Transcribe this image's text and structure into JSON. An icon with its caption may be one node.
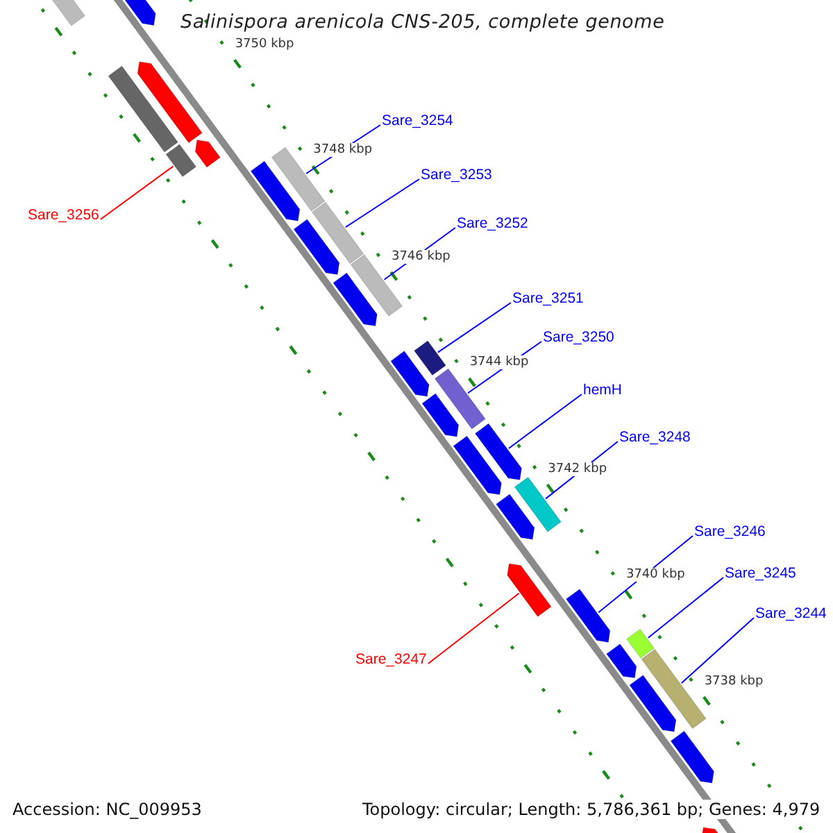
{
  "diagram": {
    "title": "Salinispora arenicola CNS-205, complete genome",
    "nodes": [
      {
        "text": [
          "Sare_3254"
        ]
      },
      {
        "text": [
          "Sare_3253"
        ]
      },
      {
        "text": [
          "Sare_3256"
        ]
      },
      {
        "text": [
          "Sare_3252"
        ]
      },
      {
        "text": [
          "Sare_3251"
        ]
      },
      {
        "text": [
          "Sare_3250"
        ]
      },
      {
        "text": [
          "hemH"
        ]
      },
      {
        "text": [
          "Sare_3248"
        ]
      },
      {
        "text": [
          "Sare_3246"
        ]
      },
      {
        "text": [
          "Sare_3245"
        ]
      },
      {
        "text": [
          "Sare_3244"
        ]
      },
      {
        "text": [
          "Sare_3247"
        ]
      },
      {
        "text": [],
        "shape": "bar"
      },
      {
        "text": [],
        "shape": "arrow"
      },
      {
        "text": [],
        "shape": "bar"
      },
      {
        "text": [],
        "shape": "arrow"
      },
      {
        "text": [],
        "shape": "bar"
      },
      {
        "text": [],
        "shape": "arrow"
      },
      {
        "text": [],
        "shape": "arrow"
      },
      {
        "text": [],
        "shape": "bar"
      },
      {
        "text": [],
        "shape": "bar"
      },
      {
        "text": [],
        "shape": "arrow"
      },
      {
        "text": [],
        "shape": "bar"
      },
      {
        "text": [],
        "shape": "arrow"
      },
      {
        "text": [],
        "shape": "arrow"
      },
      {
        "text": [],
        "shape": "bar"
      },
      {
        "text": [],
        "shape": "bar"
      },
      {
        "text": [],
        "shape": "arrow"
      },
      {
        "text": [],
        "shape": "arrow"
      },
      {
        "text": [],
        "shape": "arrow"
      },
      {
        "text": [],
        "shape": "bar"
      },
      {
        "text": [],
        "shape": "arrow"
      },
      {
        "text": [],
        "shape": "arrow"
      },
      {
        "text": [],
        "shape": "arrow"
      },
      {
        "text": [],
        "shape": "arrow"
      },
      {
        "text": [],
        "shape": "bar"
      },
      {
        "text": [],
        "shape": "bar"
      },
      {
        "text": [],
        "shape": "arrow"
      },
      {
        "text": [],
        "shape": "arrow"
      },
      {
        "text": [],
        "shape": "arrow"
      }
    ],
    "edges": [
      {
        "from": 0,
        "to": 19,
        "arrow": "none"
      },
      {
        "from": 1,
        "to": 20,
        "arrow": "none"
      },
      {
        "from": 2,
        "to": 16,
        "arrow": "none",
        "color": "#ff0000"
      },
      {
        "from": 3,
        "to": 22,
        "arrow": "none"
      },
      {
        "from": 4,
        "to": 25,
        "arrow": "none"
      },
      {
        "from": 5,
        "to": 26,
        "arrow": "none"
      },
      {
        "from": 6,
        "to": 29,
        "arrow": "none"
      },
      {
        "from": 7,
        "to": 30,
        "arrow": "none"
      },
      {
        "from": 8,
        "to": 33,
        "arrow": "none"
      },
      {
        "from": 9,
        "to": 35,
        "arrow": "none"
      },
      {
        "from": 10,
        "to": 36,
        "arrow": "none"
      },
      {
        "from": 11,
        "to": 32,
        "arrow": "none",
        "color": "#ff0000"
      }
    ],
    "labels": [
      "3750 kbp",
      "3748 kbp",
      "3746 kbp",
      "3744 kbp",
      "3742 kbp",
      "3740 kbp",
      "3738 kbp",
      "Accession: NC_009953",
      "Topology: circular; Length: 5,786,361 bp; Genes: 4,979"
    ]
  }
}
